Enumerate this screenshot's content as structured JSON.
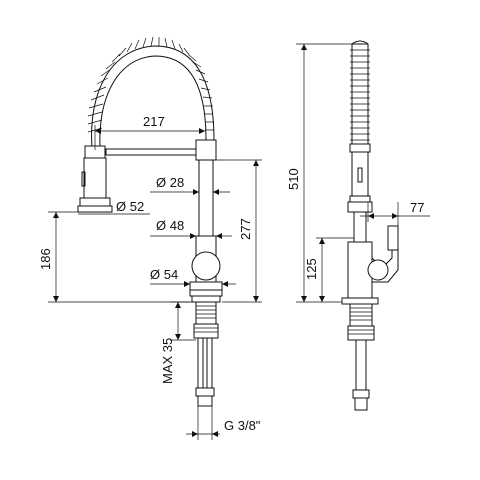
{
  "dimensions": {
    "width_spout_reach": "217",
    "dia_spout_tube": "Ø 28",
    "dia_spray_head": "Ø 52",
    "dia_body": "Ø 48",
    "height_277": "277",
    "height_186": "186",
    "dia_base": "Ø 54",
    "max_35": "MAX 35",
    "connection": "G 3/8\"",
    "height_510": "510",
    "lever_77": "77",
    "height_125": "125"
  }
}
